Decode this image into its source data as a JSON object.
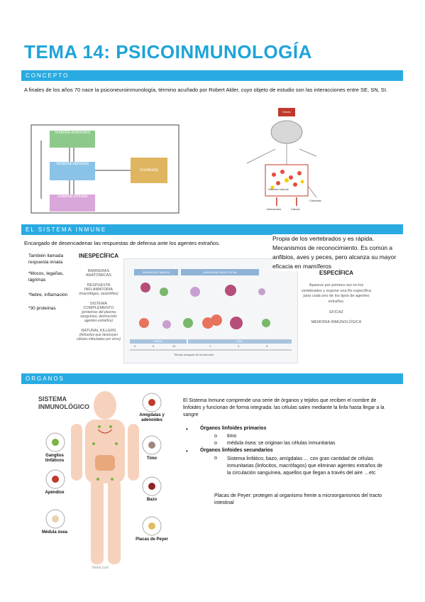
{
  "title": "TEMA 14: PSICOINMUNOLOGÍA",
  "sections": {
    "concepto": "CONCEPTO",
    "sistema_inmune": "EL SISTEMA INMUNE",
    "organos": "ÓRGANOS"
  },
  "concepto_text": "A finales de los años 70 nace la psiconeuroinmunología, término acuñado por Robert Alder, cuyo objeto de estudio son las interacciones entre SE, SN, SI.",
  "diagram1": {
    "endocrino": "Sistema endocrino",
    "nervioso": "Sistema nervioso",
    "inmune": "Sistema inmune",
    "conducta": "Conducta"
  },
  "diagram2": {
    "brain_box": "Estrés",
    "sistema_inmune": "Sistema Inmune",
    "infecciones": "Infecciones",
    "cancer": "Cáncer",
    "citocinas": "Citocinas"
  },
  "inmune": {
    "desc": "Encargado de desencadenar las respuestas de defensa ante los agentes extraños.",
    "note_ll": "También llamada respuesta innata",
    "note_mocos": "*Mocos, legañas, lágrimas",
    "note_fiebre": "*fiebre, inflamación",
    "note_proteinas": "*30 proteínas",
    "inespecifica": "INESPECÍFICA",
    "barreras": "BARRERAS ANATÓMICAS",
    "respuesta": "RESPUESTA INFLAMATORIA",
    "respuesta_sub": "(macrófagos, neutrófilos)",
    "complemento": "SISTEMA COMPLEMENTO",
    "complemento_sub": "(proteínas del plasma sanguíneo, destrucción agentes extraños)",
    "natural": "NATURAL KILLERS",
    "natural_sub": "(linfocitos que destruyen células infectadas por virus)",
    "especifica_text": "Propia de los vertebrados y es rápida. Mecanismos de reconocimiento. Es común a anfibios, aves y peces, pero alcanza su mayor eficacia en mamíferos",
    "especifica": "ESPECÍFICA",
    "especifica_desc": "Aparece por primera vez en los vertebrados y supone una Rx específica para cada uno de los tipos de agentes extraños.",
    "eficaz": "EFICAZ",
    "memoria": "MEMORIA INMUNOLÓGICA",
    "fig_innata": "INMUNIDAD INNATA",
    "fig_adaptativa": "INMUNIDAD ADAPTATIVA",
    "fig_horas": "HORAS",
    "fig_dias": "DÍAS",
    "fig_axis": "Tiempo después de la infección",
    "fig_ticks": [
      "0",
      "6",
      "12",
      "1",
      "3",
      "5"
    ]
  },
  "organos": {
    "fig_title": "SISTEMA INMUNOLÓGICO",
    "amigdalas": "Amígdalas y adenoides",
    "timo": "Timo",
    "ganglios": "Ganglios linfáticos",
    "apendice": "Apéndice",
    "bazo": "Bazo",
    "medula": "Médula ósea",
    "placas": "Placas de Peyer",
    "site": "Ifeder.com",
    "intro": "El Sistema Inmune comprende una serie de órganos y tejidos que reciben el nombre de linfoides y funcionan de forma integrada: las células salen mediante la linfa hasta llegar a la sangre",
    "primarios": "Órganos linfoides primarios",
    "timo_item": "timo",
    "medula_item": "médula ósea: se originan las células inmunitarias",
    "secundarios": "Órganos linfoides secundarios",
    "sec_item": "Sistema linfático, bazo, amígdalas … con gran cantidad de células inmunitarias (linfocitos, macrófagos) que eliminan agentes extraños de la circulación sanguínea, aquellos que llegan a través del aire …etc",
    "placas_text": "Placas de Peyer: protegen al organismo frente a microorganismos del tracto intestinal"
  },
  "colors": {
    "accent": "#29abe2",
    "title": "#1ea4d8"
  }
}
